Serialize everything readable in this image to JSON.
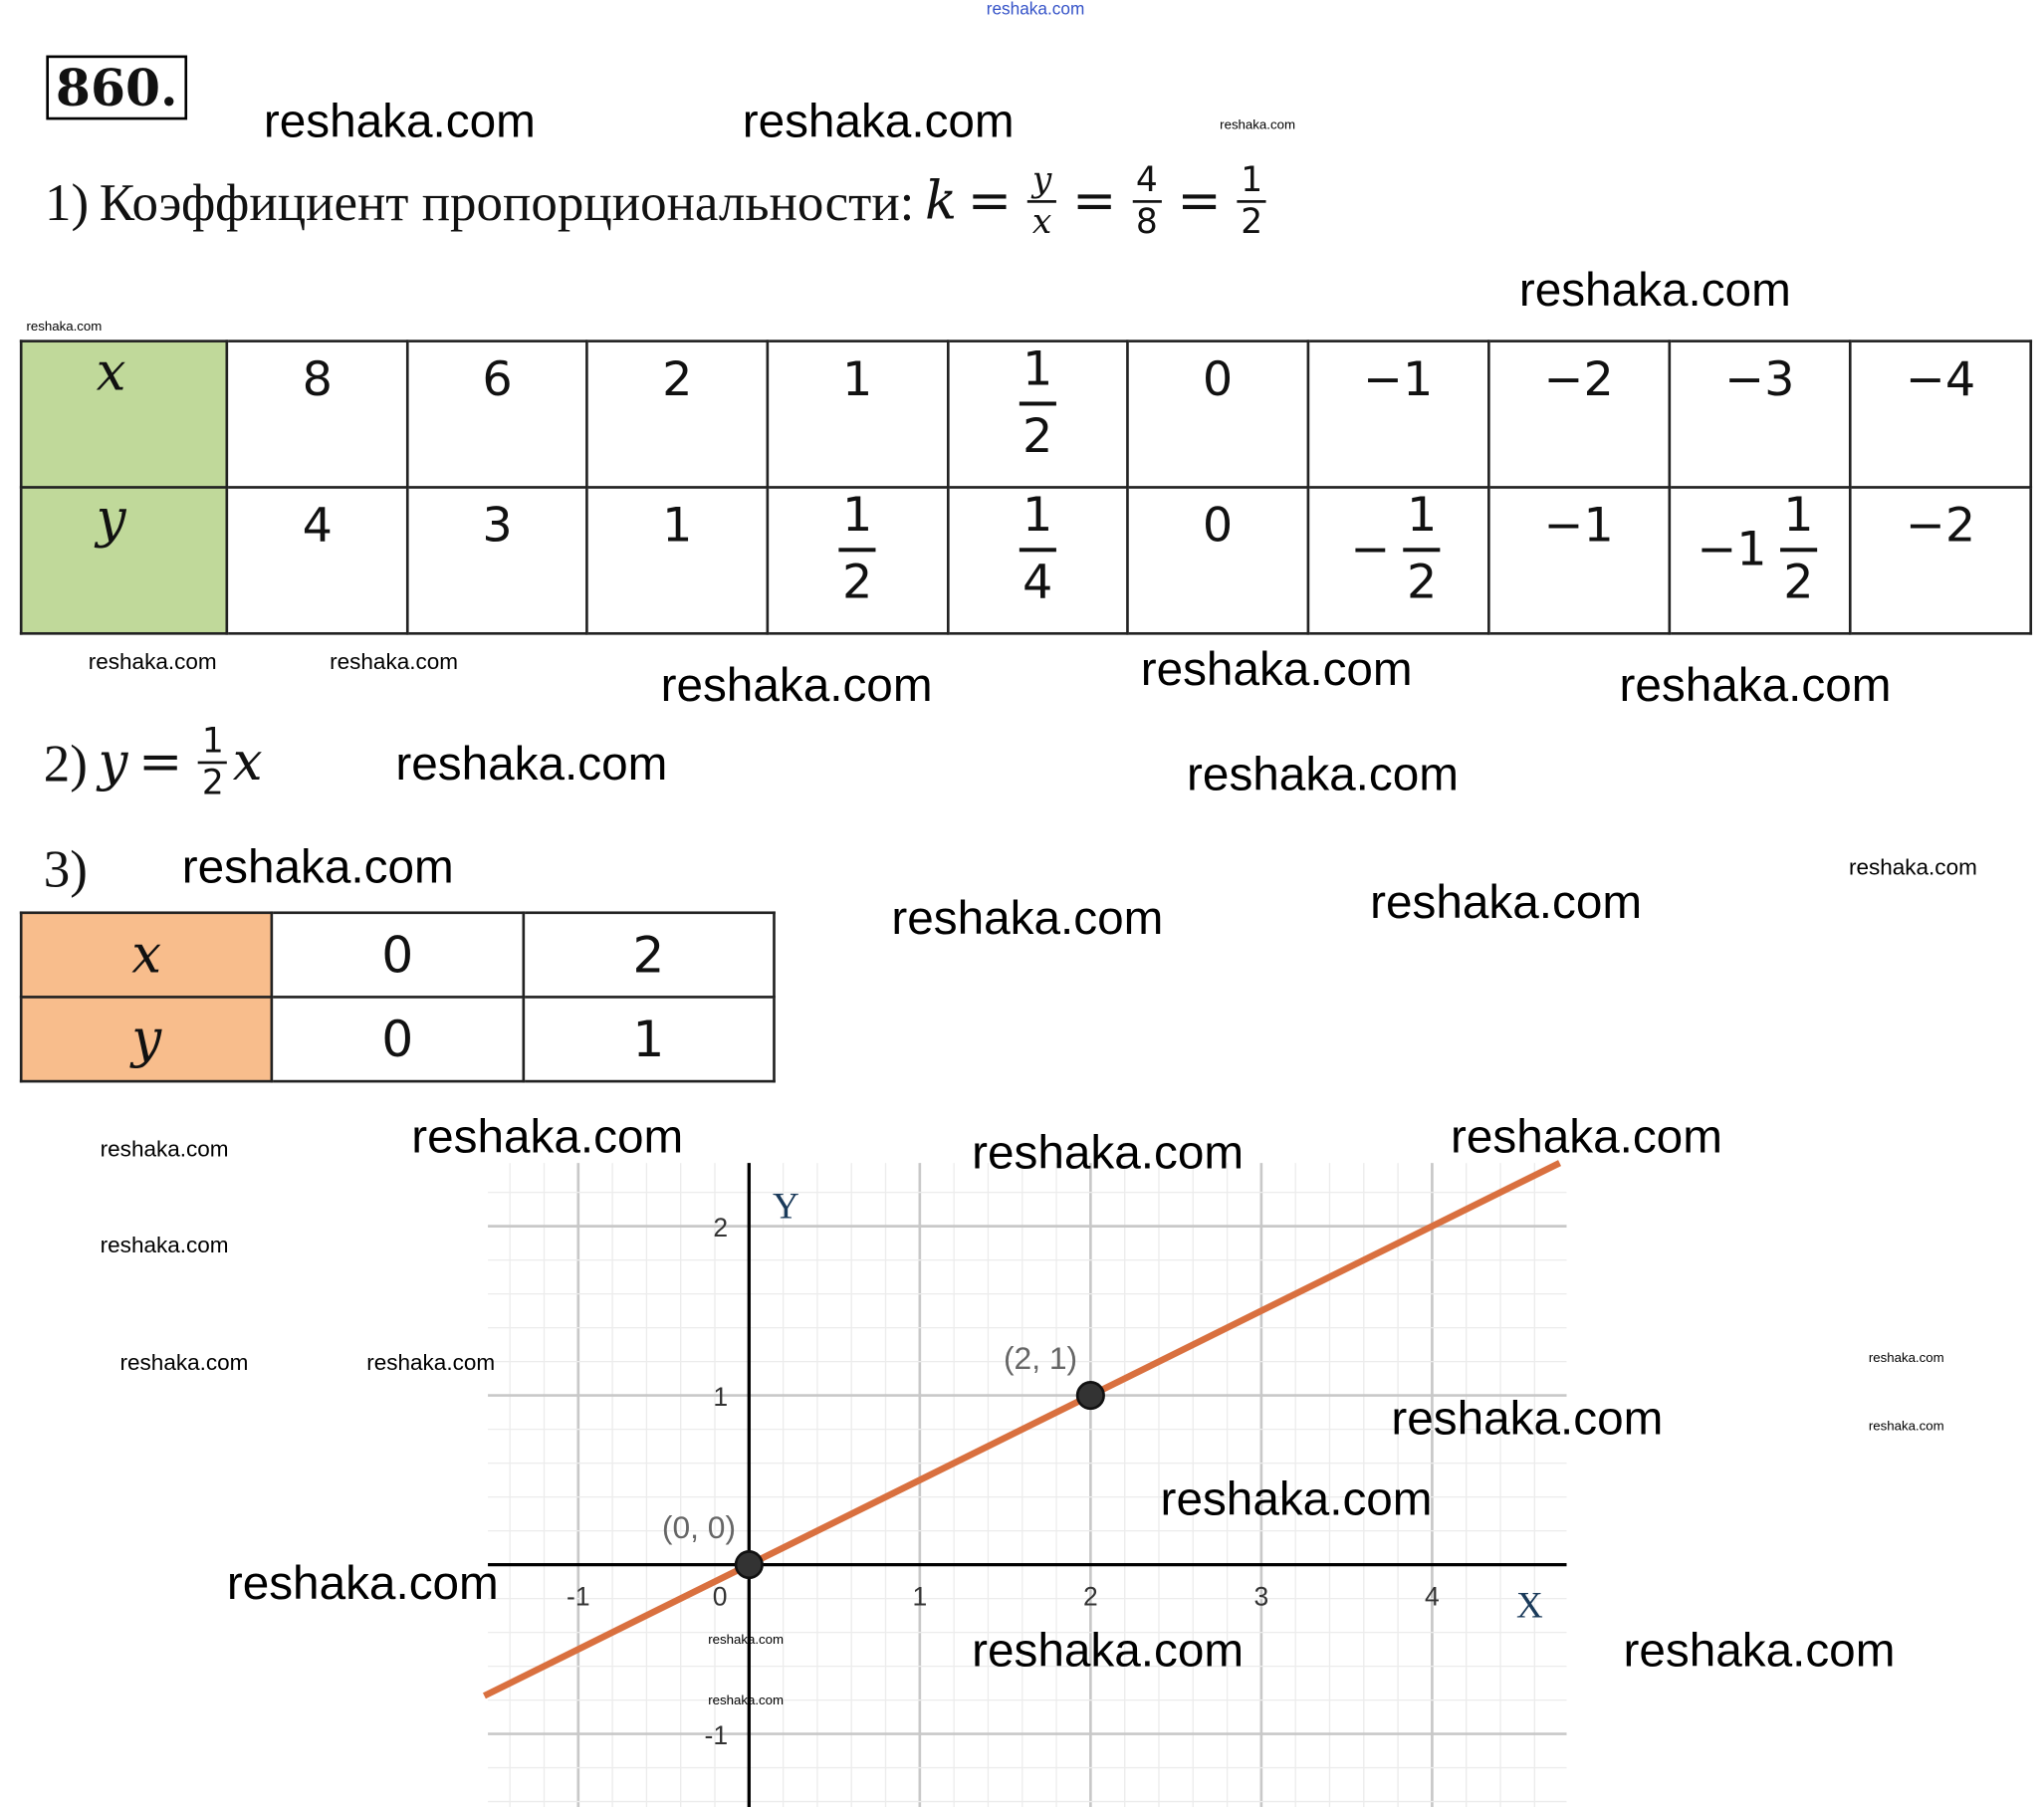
{
  "problem_number": "860.",
  "part1": {
    "label": "1)",
    "text": "Коэффициент пропорциональности:",
    "k": "k",
    "eq": "=",
    "frac1": {
      "num": "y",
      "den": "x"
    },
    "frac2": {
      "num": "4",
      "den": "8"
    },
    "frac3": {
      "num": "1",
      "den": "2"
    }
  },
  "table1": {
    "x_label": "x",
    "y_label": "y",
    "x_values": [
      {
        "whole": "8"
      },
      {
        "whole": "6"
      },
      {
        "whole": "2"
      },
      {
        "whole": "1"
      },
      {
        "num": "1",
        "den": "2"
      },
      {
        "whole": "0"
      },
      {
        "whole": "−1"
      },
      {
        "whole": "−2"
      },
      {
        "whole": "−3"
      },
      {
        "whole": "−4"
      }
    ],
    "y_values": [
      {
        "whole": "4"
      },
      {
        "whole": "3"
      },
      {
        "whole": "1"
      },
      {
        "num": "1",
        "den": "2"
      },
      {
        "num": "1",
        "den": "4"
      },
      {
        "whole": "0"
      },
      {
        "whole": "−",
        "num": "1",
        "den": "2"
      },
      {
        "whole": "−1"
      },
      {
        "whole": "−1",
        "num": "1",
        "den": "2"
      },
      {
        "whole": "−2"
      }
    ],
    "x_color": "#c0d99a"
  },
  "part2": {
    "label": "2)",
    "y": "y",
    "eq": "=",
    "frac": {
      "num": "1",
      "den": "2"
    },
    "x": "x"
  },
  "part3": {
    "label": "3)"
  },
  "table2": {
    "x_label": "x",
    "y_label": "y",
    "x_values": [
      "0",
      "2"
    ],
    "y_values": [
      "0",
      "1"
    ],
    "header_color": "#f8bd8c"
  },
  "watermark": "reshaka.com",
  "chart_data": {
    "type": "line",
    "title": "",
    "xlabel": "X",
    "ylabel": "Y",
    "xlim": [
      -1.55,
      4.8
    ],
    "ylim": [
      -1.45,
      2.35
    ],
    "x_ticks": [
      "-1",
      "0",
      "1",
      "2",
      "3",
      "4"
    ],
    "y_ticks": [
      "2",
      "1",
      "-1"
    ],
    "grid": true,
    "series": [
      {
        "name": "y = 1/2 x",
        "slope": 0.5,
        "intercept": 0,
        "color": "#d9703f"
      }
    ],
    "points": [
      {
        "x": 0,
        "y": 0,
        "label": "(0, 0)"
      },
      {
        "x": 2,
        "y": 1,
        "label": "(2, 1)"
      }
    ]
  }
}
